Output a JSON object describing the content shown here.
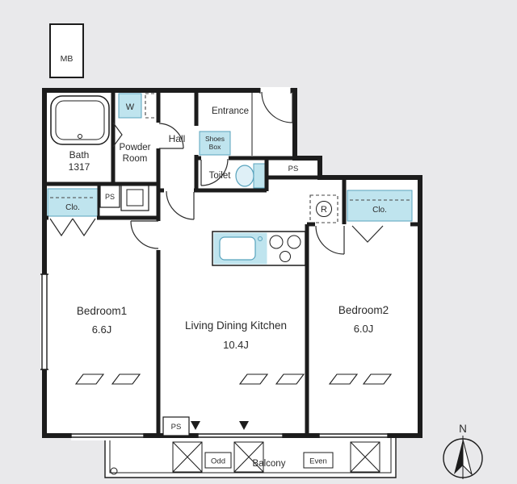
{
  "title": "apartment-floor-plan",
  "rooms": {
    "bath": {
      "label": "Bath",
      "size": "1317"
    },
    "powder_room": {
      "line1": "Powder",
      "line2": "Room"
    },
    "hall": {
      "label": "Hall"
    },
    "entrance": {
      "label": "Entrance"
    },
    "toilet": {
      "label": "Toilet"
    },
    "bedroom1": {
      "label": "Bedroom1",
      "size": "6.6J"
    },
    "living_dining_kitchen": {
      "label": "Living Dining Kitchen",
      "size": "10.4J"
    },
    "bedroom2": {
      "label": "Bedroom2",
      "size": "6.0J"
    },
    "balcony": {
      "label": "Balcony"
    }
  },
  "fixtures": {
    "meter_box": "MB",
    "washer": "W",
    "shoes_box": {
      "line1": "Shoes",
      "line2": "Box"
    },
    "refrigerator": "R",
    "closet_left": "Clo.",
    "closet_right": "Clo.",
    "pipe_space_top": "PS",
    "pipe_space_left": "PS",
    "pipe_space_bottom": "PS"
  },
  "balcony_markers": {
    "odd": "Odd",
    "even": "Even"
  },
  "compass": {
    "north": "N"
  },
  "colors": {
    "background": "#e9e9eb",
    "wall": "#1c1c1c",
    "room_fill": "#ffffff",
    "fixture_fill": "#bfe4ee",
    "fixture_stroke": "#58a3bd"
  }
}
